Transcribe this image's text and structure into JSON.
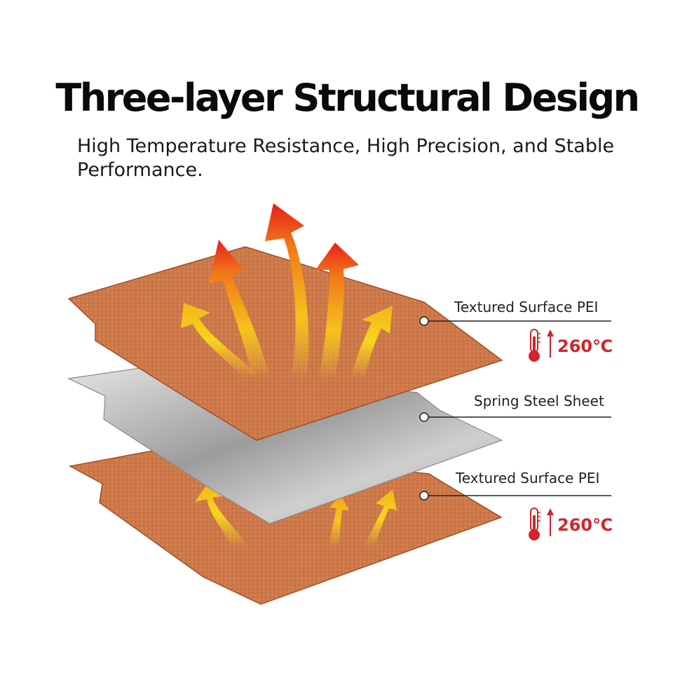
{
  "header": {
    "title": "Three-layer Structural Design",
    "subtitle": "High Temperature Resistance, High Precision, and Stable Performance."
  },
  "layers": [
    {
      "label": "Textured Surface PEI",
      "material": "PEI",
      "temperature": "260℃"
    },
    {
      "label": "Spring Steel Sheet",
      "material": "steel"
    },
    {
      "label": "Textured Surface PEI",
      "material": "PEI",
      "temperature": "260℃"
    }
  ],
  "icons": {
    "heat": "heat-arrows-icon",
    "thermometer": "thermometer-icon",
    "temperature_up": "up-arrow-icon"
  },
  "colors": {
    "pei": "#cf7a4a",
    "steel": "#bcbcbc",
    "heat_red": "#e8201c",
    "heat_yellow": "#f6d21c",
    "accent_red": "#d3242b"
  }
}
